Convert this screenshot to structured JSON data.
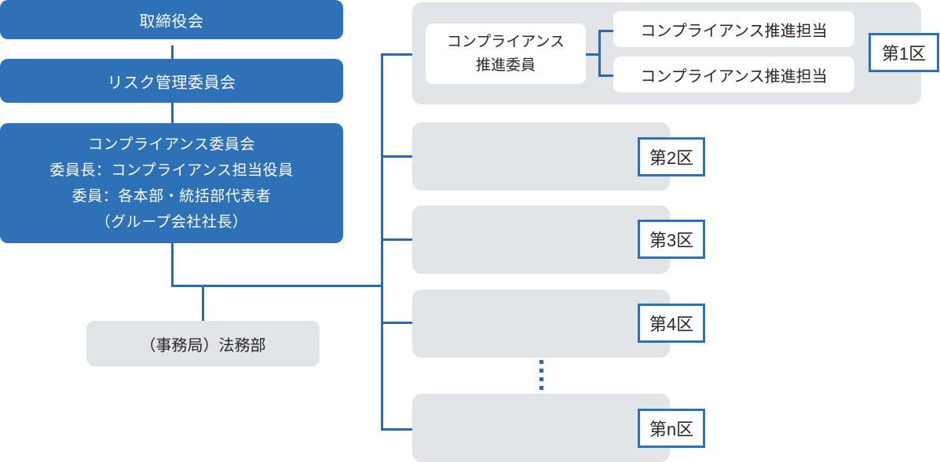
{
  "colors": {
    "primary_blue": "#2E71B6",
    "line_blue": "#2A69B0",
    "label_border_blue": "#2A72BC",
    "box_gray": "#E1E5E8",
    "dark_text": "#2B2523",
    "white_text": "#FFFFFF"
  },
  "left_column": {
    "board_box_label": "取締役会",
    "risk_box_label": "リスク管理委員会",
    "committee_box_lines": [
      "コンプライアンス委員会",
      "委員長：コンプライアンス担当役員",
      "委員：各本部・統括部代表者",
      "（グループ会社社長）"
    ],
    "secretariat_box_label": "（事務局）法務部"
  },
  "right_column": {
    "district_1": {
      "promoter_box_lines": [
        "コンプライアンス",
        "推進委員"
      ],
      "staff_box_labels": [
        "コンプライアンス推進担当",
        "コンプライアンス推進担当"
      ],
      "label": "第1区"
    },
    "district_2_label": "第2区",
    "district_3_label": "第3区",
    "district_4_label": "第4区",
    "district_n_label": "第n区"
  }
}
